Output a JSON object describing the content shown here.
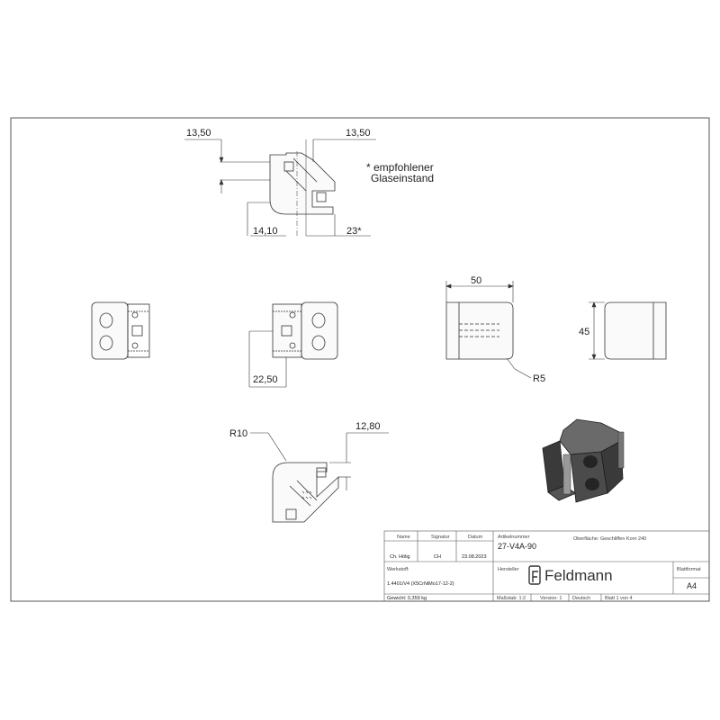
{
  "dimensions": {
    "top_view": {
      "left_offset": "13,50",
      "right_offset": "13,50",
      "bottom_left": "14,10",
      "bottom_right": "23*"
    },
    "note": {
      "line1": "* empfohlener",
      "line2": "Glaseinstand"
    },
    "side_view_center": {
      "height": "22,50"
    },
    "front_view": {
      "width": "50",
      "radius": "R5"
    },
    "end_view": {
      "height": "45"
    },
    "bottom_view": {
      "radius": "R10",
      "offset": "12,80"
    }
  },
  "title_block": {
    "header": {
      "name": "Name",
      "signatur": "Signatur",
      "datum": "Datum"
    },
    "row": {
      "name": "Ch. Hölig",
      "signatur": "CH",
      "datum": "23.08.2023"
    },
    "werkstoff_label": "Werkstoff:",
    "werkstoff_value": "1.4401/V4 (X5CrNiMo17-12-2)",
    "gewicht": "Gewicht: 0,359 kg",
    "artikelnummer_label": "Artikelnummer",
    "artikelnummer": "27-V4A-90",
    "oberflaeche": "Oberfläche: Geschliffen Korn 240",
    "hersteller_label": "Hersteller",
    "brand": "Feldmann",
    "blattformat_label": "Blattformat",
    "blattformat": "A4",
    "massstab": "Maßstab: 1:2",
    "version": "Version: 1",
    "sprache": "Deutsch",
    "blatt": "Blatt 1 von 4"
  }
}
